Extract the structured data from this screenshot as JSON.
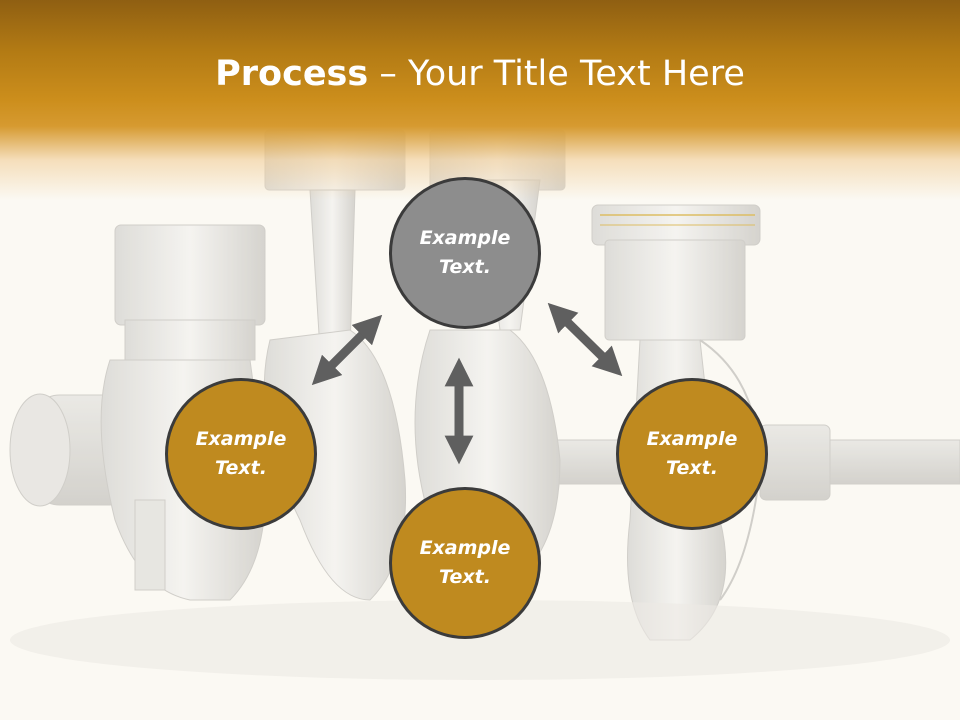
{
  "slide": {
    "title_bold": "Process",
    "title_rest": " – Your Title Text Here",
    "circles": [
      {
        "id": "top",
        "text": "Example\nText."
      },
      {
        "id": "left",
        "text": "Example\nText."
      },
      {
        "id": "bottom",
        "text": "Example\nText."
      },
      {
        "id": "right",
        "text": "Example\nText."
      }
    ]
  },
  "colors": {
    "header": "#cc8e1c",
    "circle_gold": "#bf8a1f",
    "circle_gray": "#8d8d8d",
    "arrow": "#5f5f5f",
    "background": "#fbf9f3"
  },
  "icons": [
    "double-arrow-icon"
  ]
}
